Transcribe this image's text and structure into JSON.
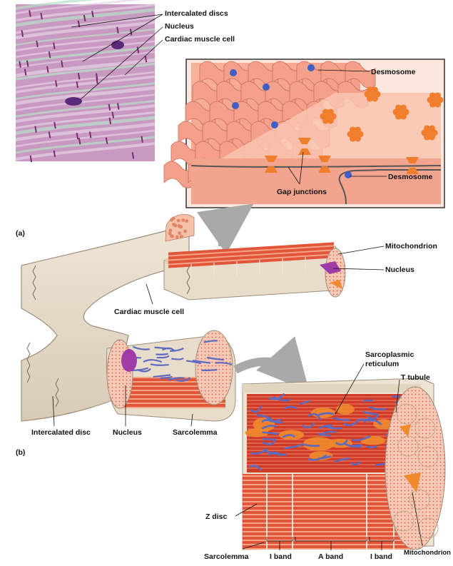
{
  "panels": {
    "a": "(a)",
    "b": "(b)"
  },
  "micrograph_labels": {
    "intercalated_discs": "Intercalated discs",
    "nucleus": "Nucleus",
    "cardiac_muscle_cell": "Cardiac muscle cell"
  },
  "inset_labels": {
    "desmosome_top": "Desmosome",
    "desmosome_bottom": "Desmosome",
    "gap_junctions": "Gap junctions"
  },
  "cell_labels": {
    "mitochondrion": "Mitochondrion",
    "nucleus": "Nucleus",
    "cardiac_muscle_cell": "Cardiac muscle cell",
    "intercalated_disc": "Intercalated disc",
    "nucleus_b": "Nucleus",
    "sarcolemma": "Sarcolemma"
  },
  "detail_labels": {
    "sarcoplasmic_reticulum_1": "Sarcoplasmic",
    "sarcoplasmic_reticulum_2": "reticulum",
    "t_tubule": "T tubule",
    "z_disc": "Z disc",
    "sarcolemma": "Sarcolemma",
    "i_band_left": "I band",
    "a_band": "A band",
    "i_band_right": "I band",
    "mitochondrion": "Mitochondrion"
  },
  "colors": {
    "micrograph_bg": "#c89ac2",
    "micrograph_streak": "#e6d0e2",
    "micrograph_disc": "#7a2a70",
    "micrograph_pale": "#b8e0c8",
    "cell_skin": "#e8dccb",
    "cell_outline": "#9c8f7c",
    "muscle_red": "#e2553a",
    "muscle_light": "#f3a585",
    "reticulum_blue": "#5c6bc0",
    "mito_orange": "#f08a2c",
    "nucleus_purple": "#a03ca8",
    "inset_cell": "#f4a08a",
    "inset_dark": "#e07a66",
    "desmosome_blue": "#3f5fc4",
    "gap_orange": "#f07e2c",
    "arrow_gray": "#a9a9a9"
  }
}
